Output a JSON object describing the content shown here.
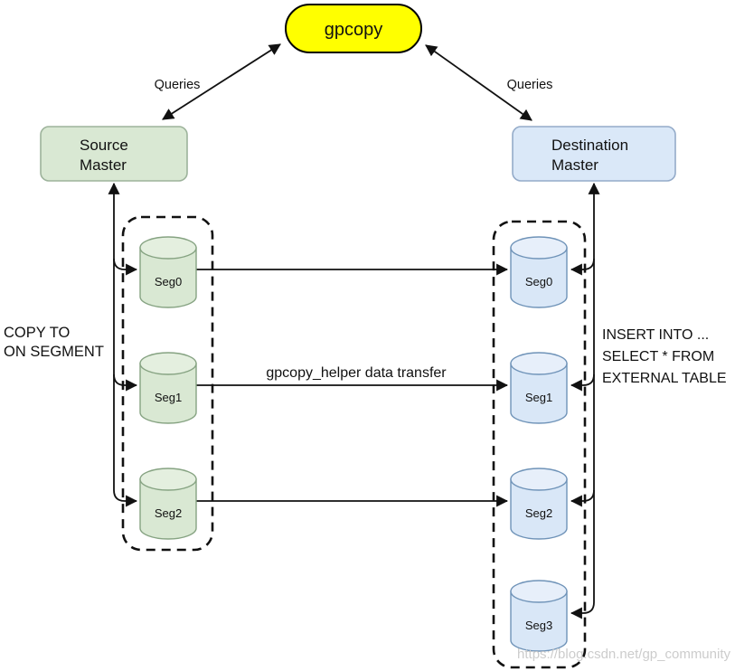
{
  "title_node": "gpcopy",
  "queries_left": "Queries",
  "queries_right": "Queries",
  "source_master": {
    "line1": "Source",
    "line2": "Master"
  },
  "destination_master": {
    "line1": "Destination",
    "line2": "Master"
  },
  "copy_label": {
    "line1": "COPY TO",
    "line2": "ON SEGMENT"
  },
  "insert_label": {
    "line1": "INSERT INTO ...",
    "line2": "SELECT * FROM",
    "line3": "EXTERNAL TABLE"
  },
  "transfer_label": "gpcopy_helper data transfer",
  "source_segments": [
    "Seg0",
    "Seg1",
    "Seg2"
  ],
  "dest_segments": [
    "Seg0",
    "Seg1",
    "Seg2",
    "Seg3"
  ],
  "watermark": "https://blog.csdn.net/gp_community",
  "colors": {
    "gpcopy_fill": "#ffff00",
    "source_fill": "#d9e8d3",
    "source_stroke": "#86a382",
    "dest_fill": "#dae8f8",
    "dest_stroke": "#6f93b8",
    "line": "#111111",
    "watermark": "#cccccc"
  }
}
